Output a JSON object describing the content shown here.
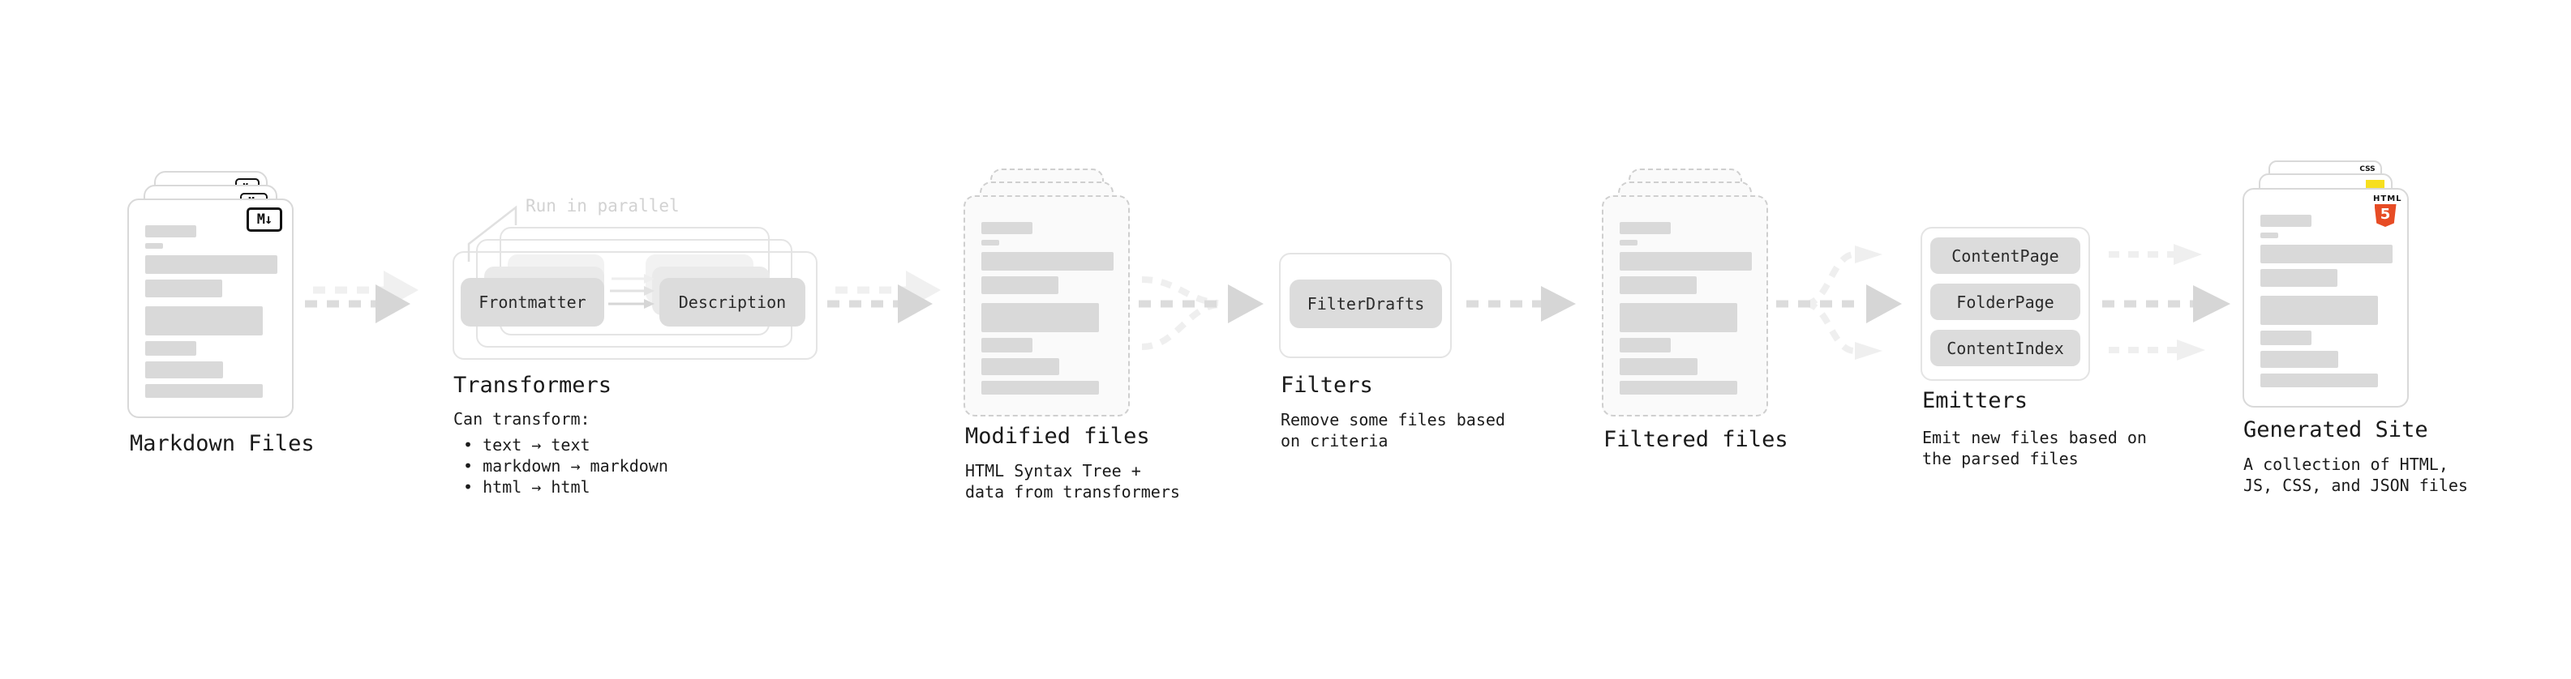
{
  "stages": {
    "markdown": {
      "label": "Markdown Files"
    },
    "transformers": {
      "label": "Transformers",
      "annotation": "Run in parallel",
      "box1": "Frontmatter",
      "box2": "Description",
      "desc_title": "Can transform:",
      "bullets": [
        "• text → text",
        "• markdown → markdown",
        "• html → html"
      ]
    },
    "modified": {
      "label": "Modified files",
      "desc1": "HTML Syntax Tree +",
      "desc2": "data from transformers"
    },
    "filters": {
      "label": "Filters",
      "box1": "FilterDrafts",
      "desc1": "Remove some files based",
      "desc2": "on criteria"
    },
    "filtered": {
      "label": "Filtered files"
    },
    "emitters": {
      "label": "Emitters",
      "box1": "ContentPage",
      "box2": "FolderPage",
      "box3": "ContentIndex",
      "desc1": "Emit new files based on",
      "desc2": "the parsed files"
    },
    "generated": {
      "label": "Generated Site",
      "desc1": "A collection of HTML,",
      "desc2": "JS, CSS, and JSON files"
    }
  },
  "icons": {
    "markdown_badge": "M↓",
    "css_text": "CSS",
    "html5_text": "HTML",
    "html5_number": "5"
  },
  "colors": {
    "background": "#ffffff",
    "text_dark": "#1a1a1a",
    "bar_gray": "#d9d9d9",
    "arrow_gray": "#dcdcdc",
    "arrow_light": "#efefef",
    "annotation_gray": "#d2d2d2",
    "html5_orange": "#e74c25",
    "js_yellow": "#f7df1e",
    "css_blue": "#2962ff"
  }
}
